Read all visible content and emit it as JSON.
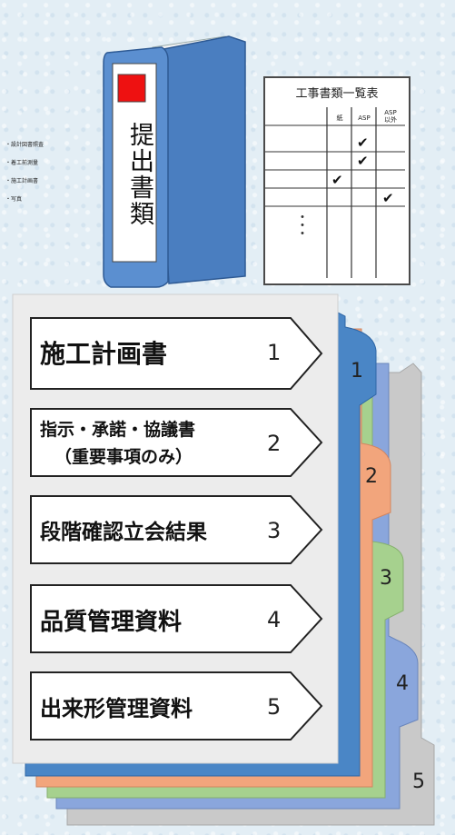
{
  "binder": {
    "name": "提出書類"
  },
  "sheet": {
    "title": "工事書類一覧表",
    "columns": [
      "紙",
      "ASP",
      "ASP\n以外"
    ],
    "rows": [
      "・設計図書照査",
      "・着工前測量",
      "・施工計画書",
      "・写真"
    ],
    "checks": [
      {
        "row": 0,
        "col": 1
      },
      {
        "row": 1,
        "col": 1
      },
      {
        "row": 2,
        "col": 0
      },
      {
        "row": 3,
        "col": 2
      }
    ],
    "check_symbol": "✔",
    "continuation": "・\n・\n・"
  },
  "items": [
    {
      "title": "施工計画書",
      "number": "1"
    },
    {
      "title_line1": "指示・承諾・協議書",
      "title_line2": "（重要事項のみ）",
      "number": "2"
    },
    {
      "title": "段階確認立会結果",
      "number": "3"
    },
    {
      "title": "品質管理資料",
      "number": "4"
    },
    {
      "title": "出来形管理資料",
      "number": "5"
    }
  ],
  "tabs": [
    {
      "label": "1",
      "color": "#4a86c6"
    },
    {
      "label": "2",
      "color": "#f2a57c"
    },
    {
      "label": "3",
      "color": "#a6d18e"
    },
    {
      "label": "4",
      "color": "#8aa6dc"
    },
    {
      "label": "5",
      "color": "#c9c9c9"
    }
  ],
  "colors": {
    "binder_spine": "#5b8fd0",
    "binder_cover": "#4a7ec0",
    "binder_label_mark": "#ee1111",
    "page_face": "#ececec",
    "background": "#e3eef5"
  }
}
